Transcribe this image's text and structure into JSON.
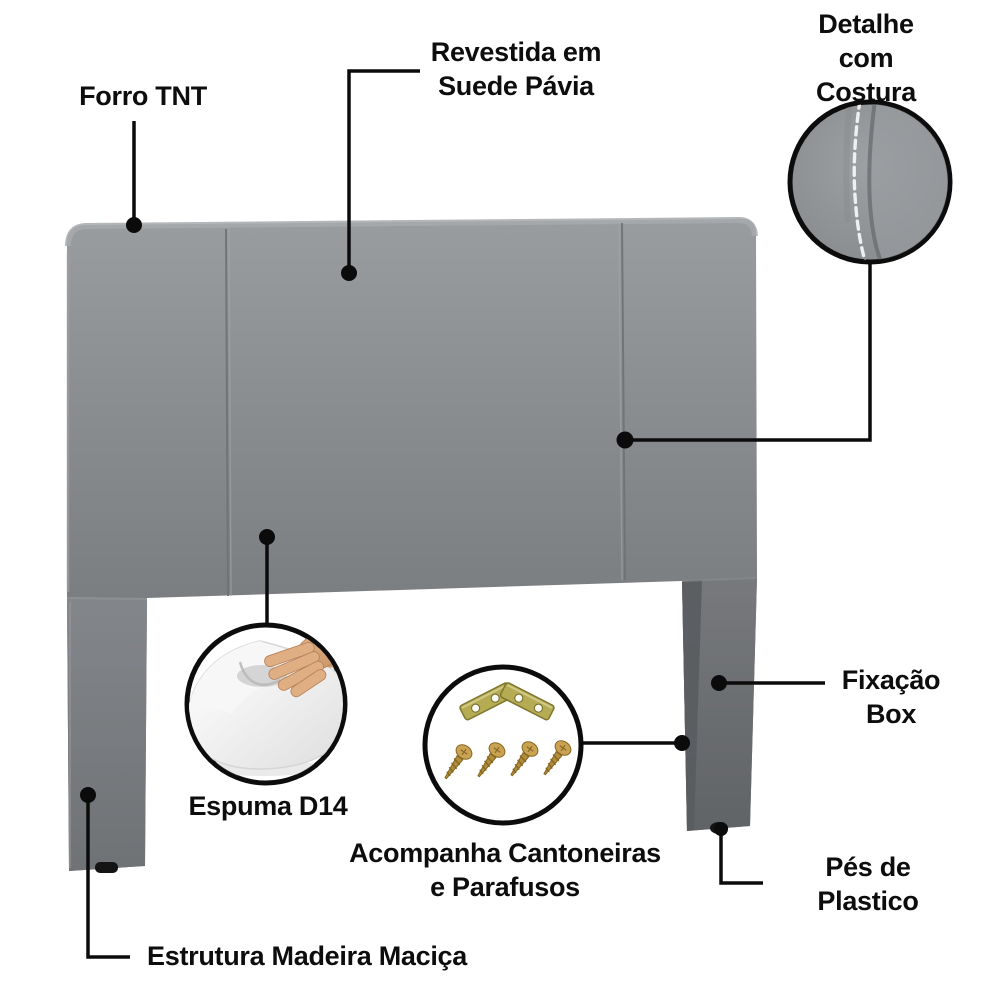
{
  "page": {
    "background": "#ffffff",
    "description": "Product infographic of an upholstered headboard with labeled features"
  },
  "annotations": {
    "forro_tnt": {
      "label": "Forro TNT"
    },
    "revestida": {
      "label": "Revestida em\nSuede Pávia"
    },
    "detalhe_costura": {
      "label": "Detalhe com\nCostura"
    },
    "espuma": {
      "label": "Espuma D14"
    },
    "cantoneiras": {
      "label": "Acompanha Cantoneiras\ne Parafusos"
    },
    "fixacao_box": {
      "label": "Fixação\nBox"
    },
    "pes_plastico": {
      "label": "Pés de Plastico"
    },
    "estrutura": {
      "label": "Estrutura Madeira Maciça"
    }
  },
  "details": {
    "stitch": {
      "name": "stitch-seam-close-up"
    },
    "foam": {
      "name": "foam-with-hand-pressing"
    },
    "hardware": {
      "name": "corner-brackets-and-screws"
    }
  },
  "colors": {
    "background": "#ffffff",
    "line": "#0b0b0b",
    "text": "#0d0d0d",
    "headboard_gray": "#8a8d90",
    "leg_gray": "#6e7174",
    "stitch_thread": "#efefef",
    "foam_white": "#f4f4f4",
    "hand_skin": "#d8a379",
    "bracket_brass": "#b5ab52",
    "screw_brass": "#b08c3c",
    "foot_black": "#141414"
  }
}
